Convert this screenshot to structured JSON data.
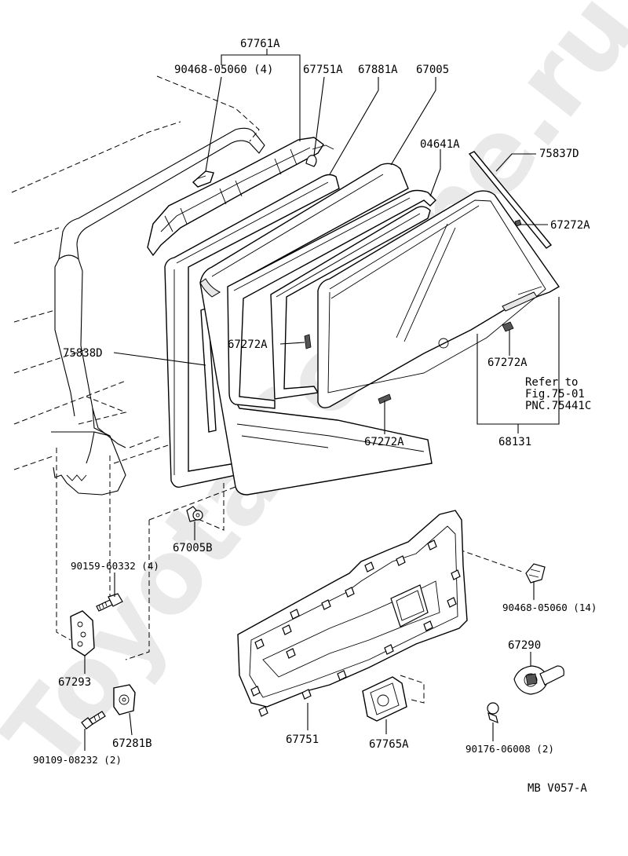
{
  "diagram": {
    "watermark": "ToyotaCoMine.ru",
    "figure_code": "MB V057-A",
    "reference_note": [
      "Refer to",
      "Fig.75-01",
      "PNC.75441C"
    ],
    "labels": {
      "p67761A": "67761A",
      "p90468_05060_4": "90468-05060 (4)",
      "p67751A": "67751A",
      "p67881A": "67881A",
      "p67005": "67005",
      "p04641A": "04641A",
      "p75837D": "75837D",
      "p67272A_1": "67272A",
      "p67272A_2": "67272A",
      "p67272A_3": "67272A",
      "p67272A_4": "67272A",
      "p75838D": "75838D",
      "p68131": "68131",
      "p67005B": "67005B",
      "p90159_60332_4": "90159-60332 (4)",
      "p90468_05060_14": "90468-05060 (14)",
      "p67290": "67290",
      "p67293": "67293",
      "p67281B": "67281B",
      "p90109_08232_2": "90109-08232 (2)",
      "p67751": "67751",
      "p67765A": "67765A",
      "p90176_06008_2": "90176-06008 (2)"
    }
  }
}
